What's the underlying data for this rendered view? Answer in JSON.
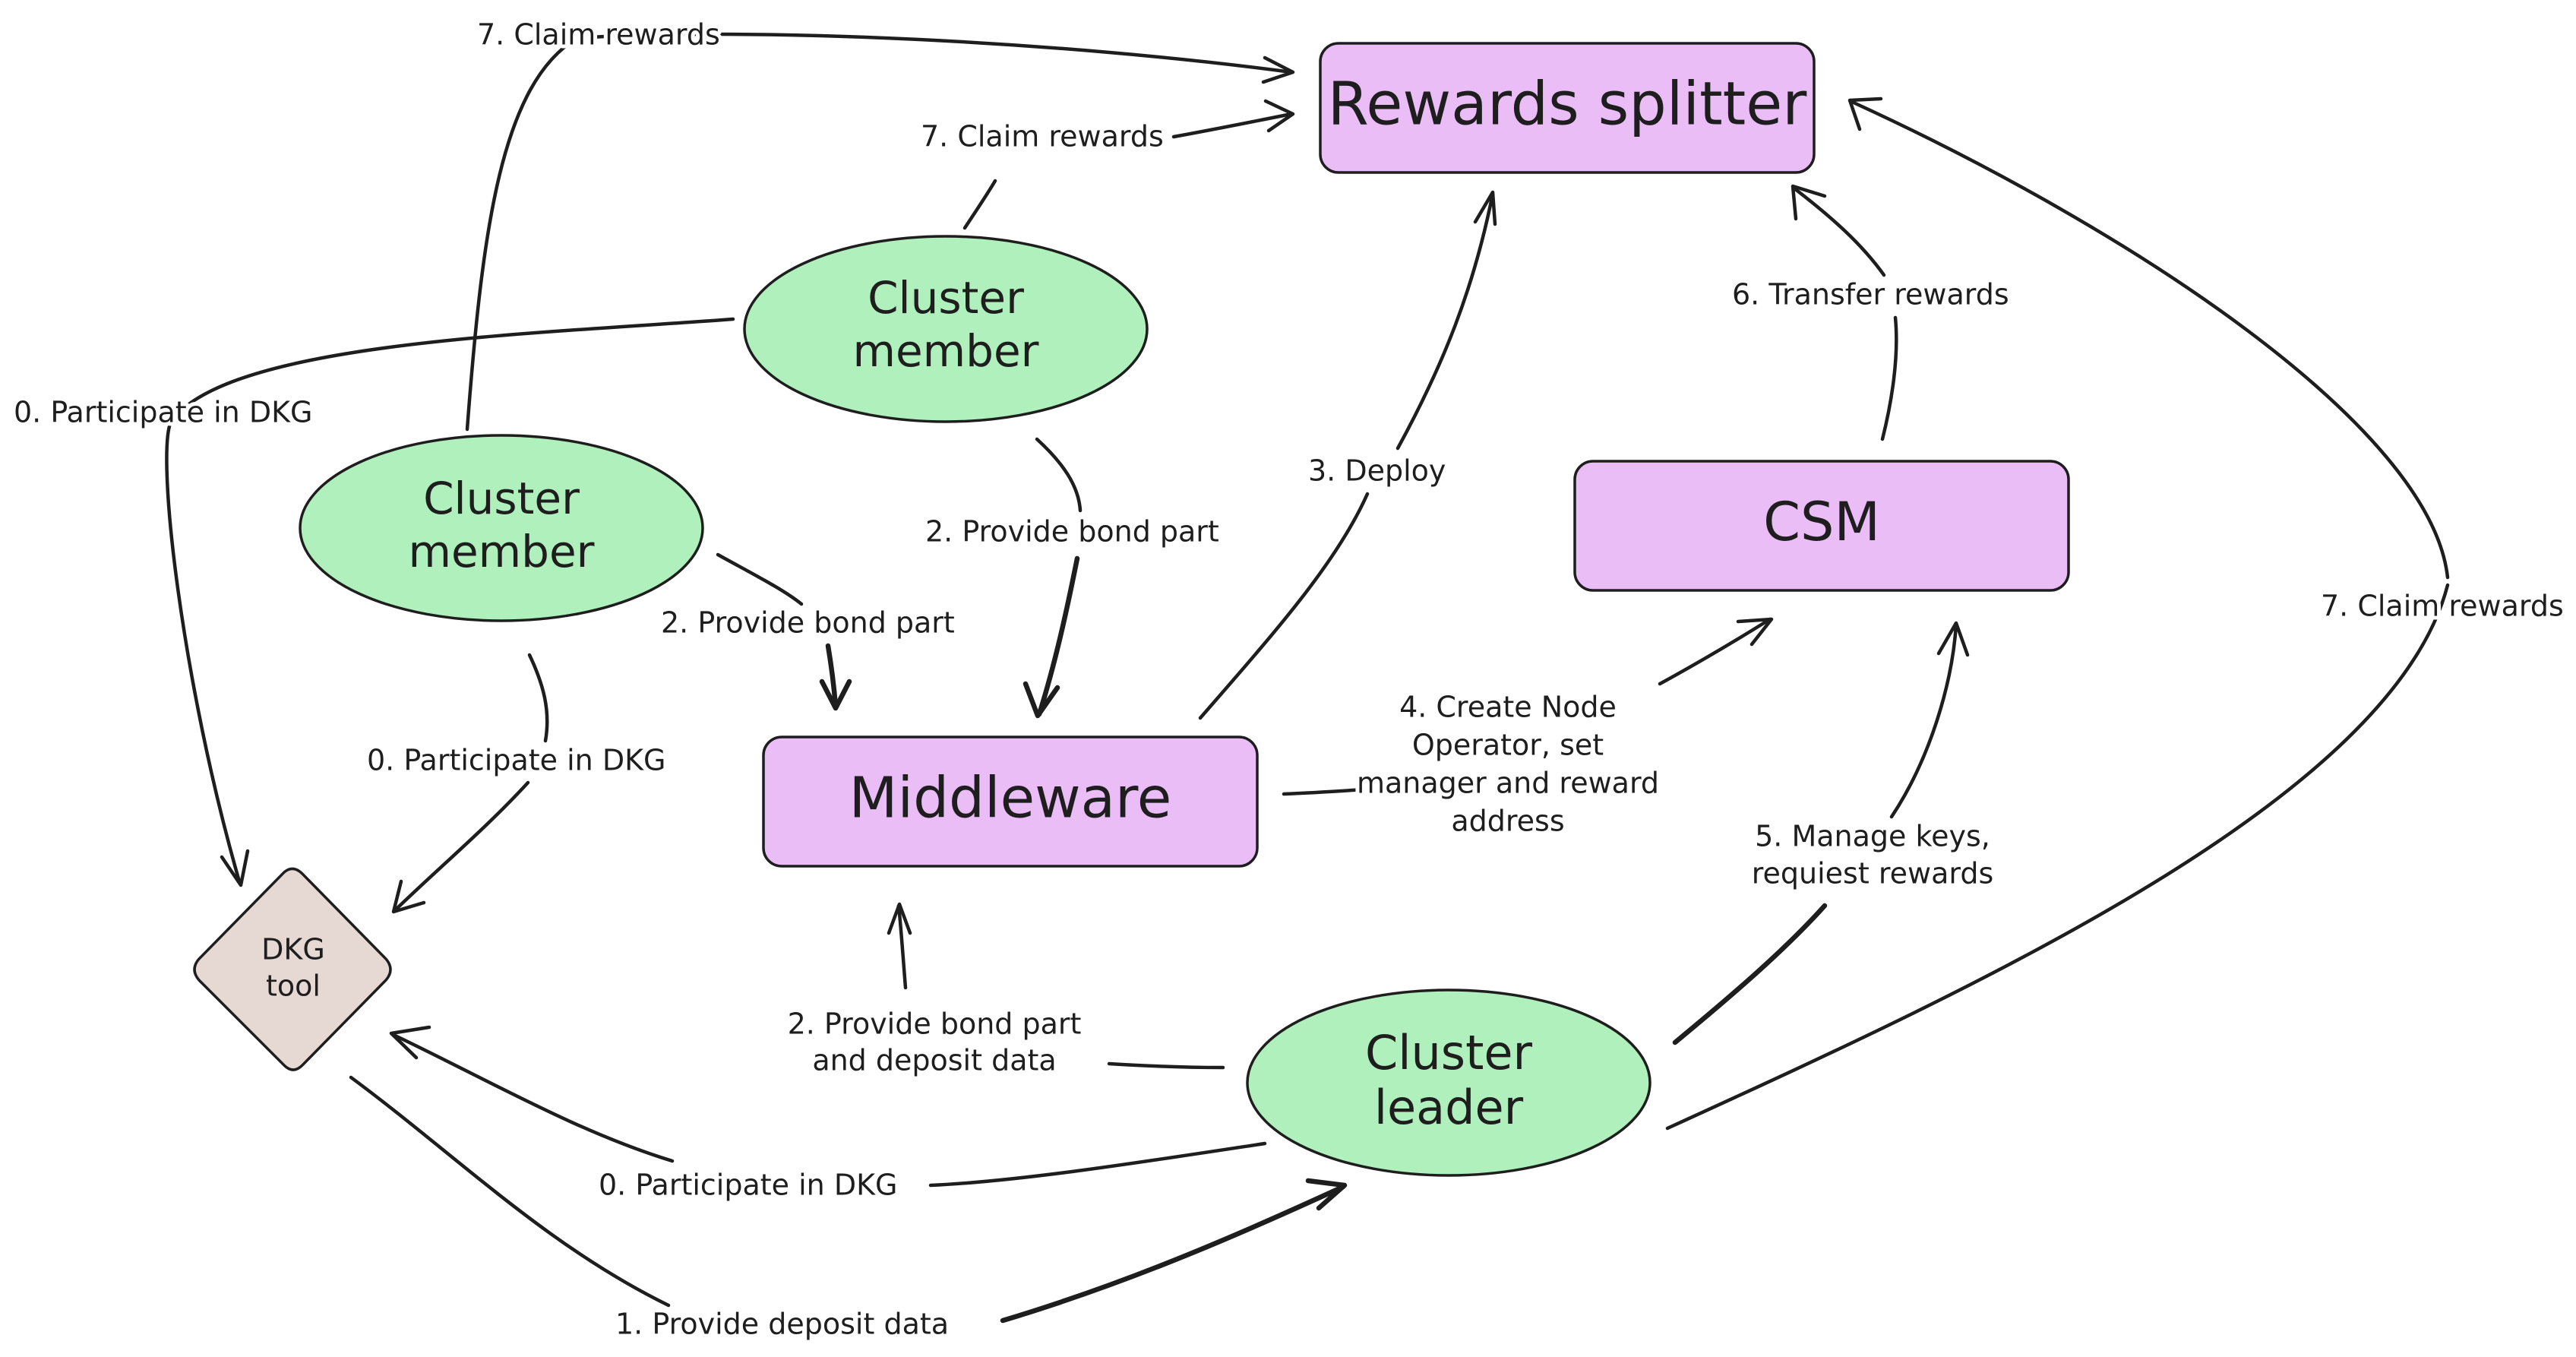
{
  "colors": {
    "box_fill": "#ebbdf7",
    "ellipse_fill": "#b0f0bc",
    "diamond_fill": "#e6d9d3",
    "stroke": "#1e1e1e",
    "background": "#ffffff"
  },
  "nodes": {
    "rewards_splitter": {
      "label": "Rewards splitter",
      "shape": "rounded-rectangle"
    },
    "csm": {
      "label": "CSM",
      "shape": "rounded-rectangle"
    },
    "middleware": {
      "label": "Middleware",
      "shape": "rounded-rectangle"
    },
    "cluster_member_top": {
      "label_lines": [
        "Cluster",
        "member"
      ],
      "shape": "ellipse"
    },
    "cluster_member_left": {
      "label_lines": [
        "Cluster",
        "member"
      ],
      "shape": "ellipse"
    },
    "cluster_leader": {
      "label_lines": [
        "Cluster",
        "leader"
      ],
      "shape": "ellipse"
    },
    "dkg_tool": {
      "label_lines": [
        "DKG",
        "tool"
      ],
      "shape": "diamond"
    }
  },
  "edges": {
    "claim_rewards_left_member": {
      "from": "Cluster member (left)",
      "to": "Rewards splitter",
      "label": "7. Claim rewards"
    },
    "claim_rewards_top_member": {
      "from": "Cluster member (top)",
      "to": "Rewards splitter",
      "label": "7. Claim rewards"
    },
    "claim_rewards_leader": {
      "from": "Cluster leader",
      "to": "Rewards splitter",
      "label": "7. Claim rewards"
    },
    "participate_dkg_top_member": {
      "from": "Cluster member (top)",
      "to": "DKG tool",
      "label": "0. Participate in DKG"
    },
    "participate_dkg_left_member": {
      "from": "Cluster member (left)",
      "to": "DKG tool",
      "label": "0. Participate in DKG"
    },
    "participate_dkg_leader": {
      "from": "Cluster leader",
      "to": "DKG tool",
      "label": "0. Participate in DKG"
    },
    "provide_bond_top_member": {
      "from": "Cluster member (top)",
      "to": "Middleware",
      "label": "2. Provide bond part"
    },
    "provide_bond_left_member": {
      "from": "Cluster member (left)",
      "to": "Middleware",
      "label": "2. Provide bond part"
    },
    "provide_bond_leader": {
      "from": "Cluster leader",
      "to": "Middleware",
      "label_lines": [
        "2. Provide bond part",
        "and deposit data"
      ]
    },
    "deploy": {
      "from": "Middleware",
      "to": "Rewards splitter",
      "label": "3. Deploy"
    },
    "create_node_operator": {
      "from": "Middleware",
      "to": "CSM",
      "label_lines": [
        "4. Create Node",
        "Operator, set",
        "manager and reward",
        "address"
      ]
    },
    "manage_keys": {
      "from": "Cluster leader",
      "to": "CSM",
      "label_lines": [
        "5. Manage keys,",
        "requiest rewards"
      ]
    },
    "transfer_rewards": {
      "from": "CSM",
      "to": "Rewards splitter",
      "label": "6. Transfer rewards"
    },
    "provide_deposit_data": {
      "from": "DKG tool",
      "to": "Cluster leader",
      "label": "1. Provide deposit data"
    }
  }
}
